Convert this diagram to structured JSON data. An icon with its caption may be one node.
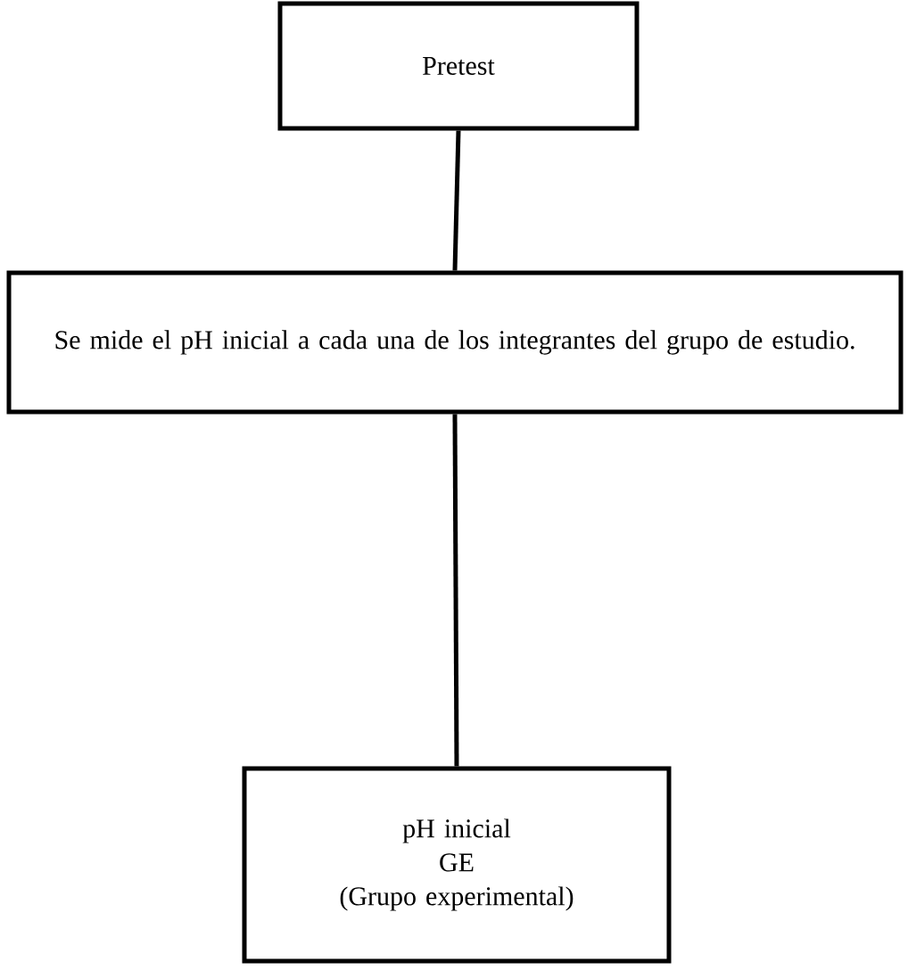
{
  "diagram": {
    "nodes": [
      {
        "text": [
          "Pretest"
        ]
      },
      {
        "text": [
          "Se mide el pH inicial a cada una de los integrantes del grupo de estudio."
        ]
      },
      {
        "text": [
          "pH inicial",
          "GE",
          "(Grupo experimental)"
        ]
      }
    ],
    "edges": [
      {
        "from": 0,
        "to": 1,
        "arrow": "none"
      },
      {
        "from": 1,
        "to": 2,
        "arrow": "none"
      }
    ]
  }
}
